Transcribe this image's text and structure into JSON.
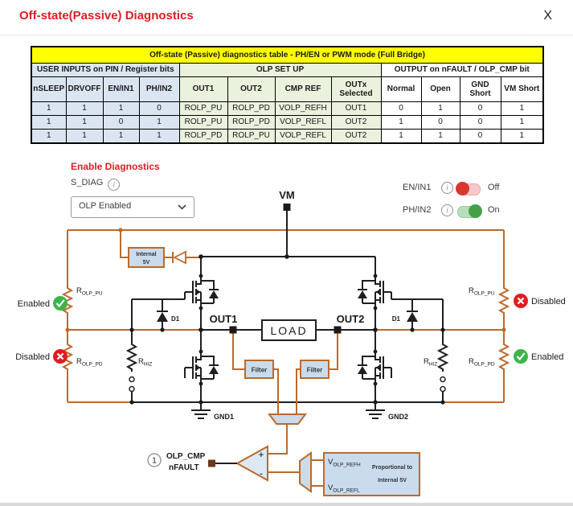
{
  "header": {
    "title": "Off-state(Passive) Diagnostics",
    "close_label": "X"
  },
  "table": {
    "title": "Off-state (Passive) diagnostics table - PH/EN or PWM mode (Full Bridge)",
    "groups": [
      {
        "label": "USER INPUTS on PIN / Register bits",
        "span": 4
      },
      {
        "label": "OLP SET UP",
        "span": 4
      },
      {
        "label": "OUTPUT on nFAULT / OLP_CMP bit",
        "span": 4
      }
    ],
    "columns": [
      "nSLEEP",
      "DRVOFF",
      "EN/IN1",
      "PH/IN2",
      "OUT1",
      "OUT2",
      "CMP REF",
      "OUTx Selected",
      "Normal",
      "Open",
      "GND Short",
      "VM Short"
    ],
    "rows": [
      [
        "1",
        "1",
        "1",
        "0",
        "ROLP_PU",
        "ROLP_PD",
        "VOLP_REFH",
        "OUT1",
        "0",
        "1",
        "0",
        "1"
      ],
      [
        "1",
        "1",
        "0",
        "1",
        "ROLP_PU",
        "ROLP_PD",
        "VOLP_REFL",
        "OUT2",
        "1",
        "0",
        "0",
        "1"
      ],
      [
        "1",
        "1",
        "1",
        "1",
        "ROLP_PD",
        "ROLP_PU",
        "VOLP_REFL",
        "OUT2",
        "1",
        "1",
        "0",
        "1"
      ]
    ]
  },
  "controls": {
    "enable_diagnostics_label": "Enable Diagnostics",
    "s_diag_label": "S_DIAG",
    "s_diag_value": "OLP Enabled",
    "info_glyph": "i",
    "en_in1": {
      "label": "EN/IN1",
      "state": "Off"
    },
    "ph_in2": {
      "label": "PH/IN2",
      "state": "On"
    }
  },
  "circuit": {
    "vm": "VM",
    "out1": "OUT1",
    "out2": "OUT2",
    "load": "LOAD",
    "gnd1": "GND1",
    "gnd2": "GND2",
    "d1": "D1",
    "internal_5v_line1": "Internal",
    "internal_5v_line2": "5V",
    "filter": "Filter",
    "r_base": "R",
    "sub_olp_pu": "OLP_PU",
    "sub_olp_pd": "OLP_PD",
    "sub_hiz": "HIZ",
    "badge_enabled": "Enabled",
    "badge_disabled": "Disabled",
    "pin_number": "1",
    "olp_cmp": "OLP_CMP",
    "nfault": "nFAULT",
    "plus": "+",
    "minus": "-",
    "v_base": "V",
    "sub_ref_h": "OLP_REFH",
    "sub_ref_l": "OLP_REFL",
    "proportional_line1": "Proportional to",
    "proportional_line2": "Internal 5V"
  },
  "colors": {
    "accent_red": "#e11b22",
    "wire_orange": "#bc6a2a",
    "enabled_green": "#3bb54a",
    "disabled_red": "#e01c24",
    "table_yellow": "#ffff00",
    "table_blue": "#dbe5f1",
    "table_green": "#eaf1dd"
  }
}
